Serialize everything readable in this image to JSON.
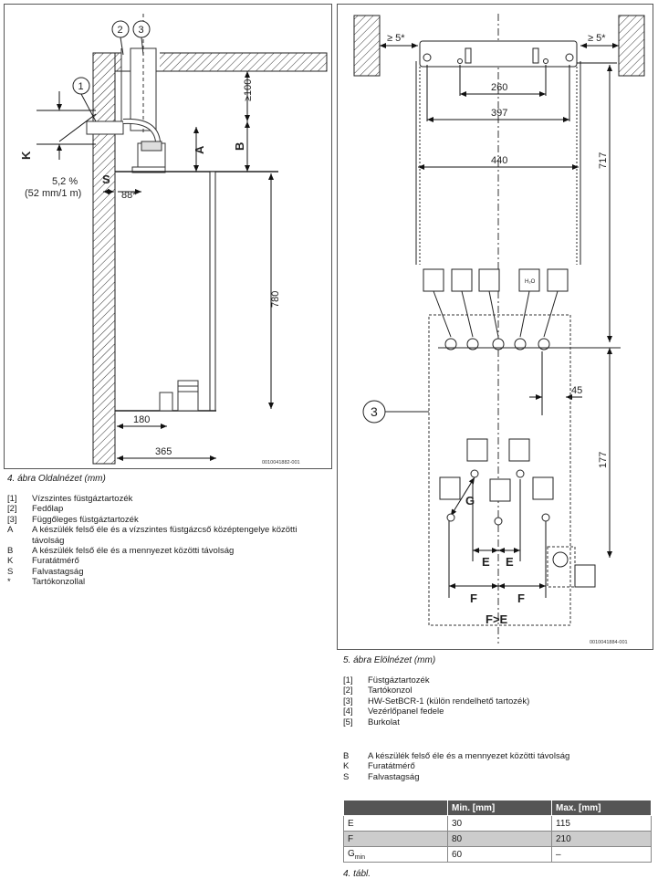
{
  "fig4": {
    "callouts": [
      "1",
      "2",
      "3"
    ],
    "dims": {
      "ge100": "≥100",
      "A": "A",
      "B": "B",
      "K": "K",
      "S": "S",
      "slope1": "5,2 %",
      "slope2": "(52 mm/1 m)",
      "d88": "88*",
      "d780": "780",
      "d180": "180",
      "d365": "365"
    },
    "doc_id": "0010041882-001",
    "caption": "4. ábra   Oldalnézet (mm)",
    "legend": [
      {
        "key": "[1]",
        "text": "Vízszintes füstgáztartozék"
      },
      {
        "key": "[2]",
        "text": "Fedőlap"
      },
      {
        "key": "[3]",
        "text": "Függőleges füstgáztartozék"
      },
      {
        "key": "A",
        "text": "A készülék felső éle és a vízszintes füstgázcső középtengelye közötti távolság"
      },
      {
        "key": "B",
        "text": "A készülék felső éle és a mennyezet közötti távolság"
      },
      {
        "key": "K",
        "text": "Furatátmérő"
      },
      {
        "key": "S",
        "text": "Falvastagság"
      },
      {
        "key": "*",
        "text": "Tartókonzollal"
      }
    ]
  },
  "fig5": {
    "dims": {
      "l5": "≥ 5*",
      "r5": "≥ 5*",
      "d260": "260",
      "d397": "397",
      "d440": "440",
      "d717": "717",
      "d45": "45",
      "d177": "177",
      "E1": "E",
      "E2": "E",
      "F1": "F",
      "F2": "F",
      "G": "G",
      "FgtE": "F>E",
      "callout3": "3",
      "h2o": "H₂O"
    },
    "doc_id": "0010041884-001",
    "caption": "5. ábra   Elölnézet (mm)",
    "legend": [
      {
        "key": "[1]",
        "text": "Füstgáztartozék"
      },
      {
        "key": "[2]",
        "text": "Tartókonzol"
      },
      {
        "key": "[3]",
        "text": "HW-SetBCR-1 (külön rendelhető tartozék)"
      },
      {
        "key": "[4]",
        "text": "Vezérlőpanel fedele"
      },
      {
        "key": "[5]",
        "text": "Burkolat"
      }
    ],
    "legend2": [
      {
        "key": "B",
        "text": "A készülék felső éle és a mennyezet közötti távolság"
      },
      {
        "key": "K",
        "text": "Furatátmérő"
      },
      {
        "key": "S",
        "text": "Falvastagság"
      }
    ]
  },
  "table": {
    "headers": [
      "",
      "Min. [mm]",
      "Max. [mm]"
    ],
    "rows": [
      {
        "label": "E",
        "min": "30",
        "max": "115"
      },
      {
        "label": "F",
        "min": "80",
        "max": "210"
      },
      {
        "label": "G",
        "label_sub": "min",
        "min": "60",
        "max": "–"
      }
    ],
    "caption": "4. tábl."
  }
}
